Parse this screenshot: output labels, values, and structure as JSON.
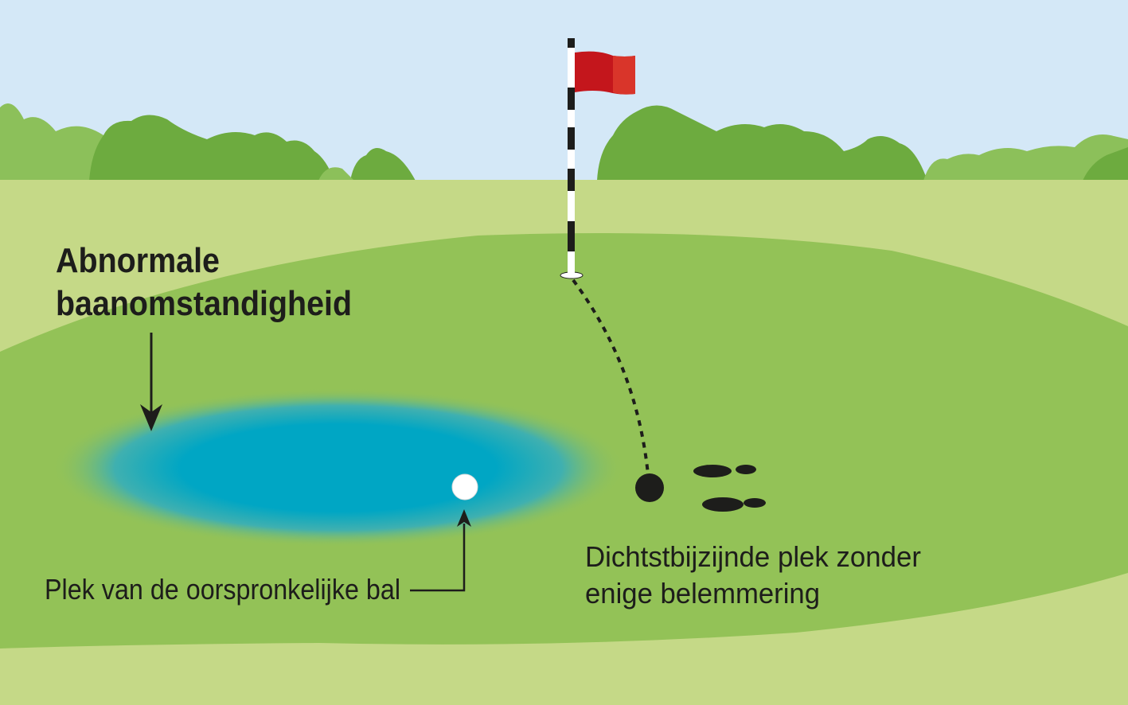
{
  "title": {
    "line1": "Abnormale",
    "line2": "baanomstandigheid"
  },
  "original_ball_label": "Plek van de oorspronkelijke bal",
  "relief_point_label": {
    "line1": "Dichtstbijzijnde plek zonder",
    "line2": "enige belemmering"
  },
  "colors": {
    "sky": "#d4e8f7",
    "rough": "#c5d987",
    "fairway": "#93c257",
    "trees": "#6dab3f",
    "trees_light": "#8cc05a",
    "water": "#00a6c4",
    "flag": "#c4161c",
    "ink": "#1d1d1b"
  },
  "icons": [
    "flag-icon",
    "golf-ball-icon",
    "relief-point-marker",
    "footprints-icon",
    "arrow-down-icon",
    "arrow-up-icon"
  ]
}
